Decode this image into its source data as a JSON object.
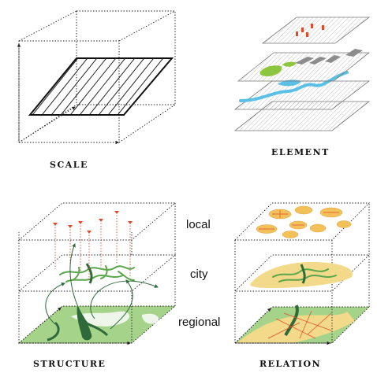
{
  "captions": {
    "scale": "SCALE",
    "element": "ELEMENT",
    "structure": "STRUCTURE",
    "relation": "RELATION"
  },
  "levels": {
    "local": "local",
    "city": "city",
    "regional": "regional"
  },
  "colors": {
    "line": "#222222",
    "hatch": "#888888",
    "greenland": "#a6d38a",
    "darkgreen": "#2f6b3a",
    "water": "#5bc0e6",
    "urban": "#f3d98a",
    "red": "#e04a2a",
    "gray": "#8c8c8c"
  }
}
